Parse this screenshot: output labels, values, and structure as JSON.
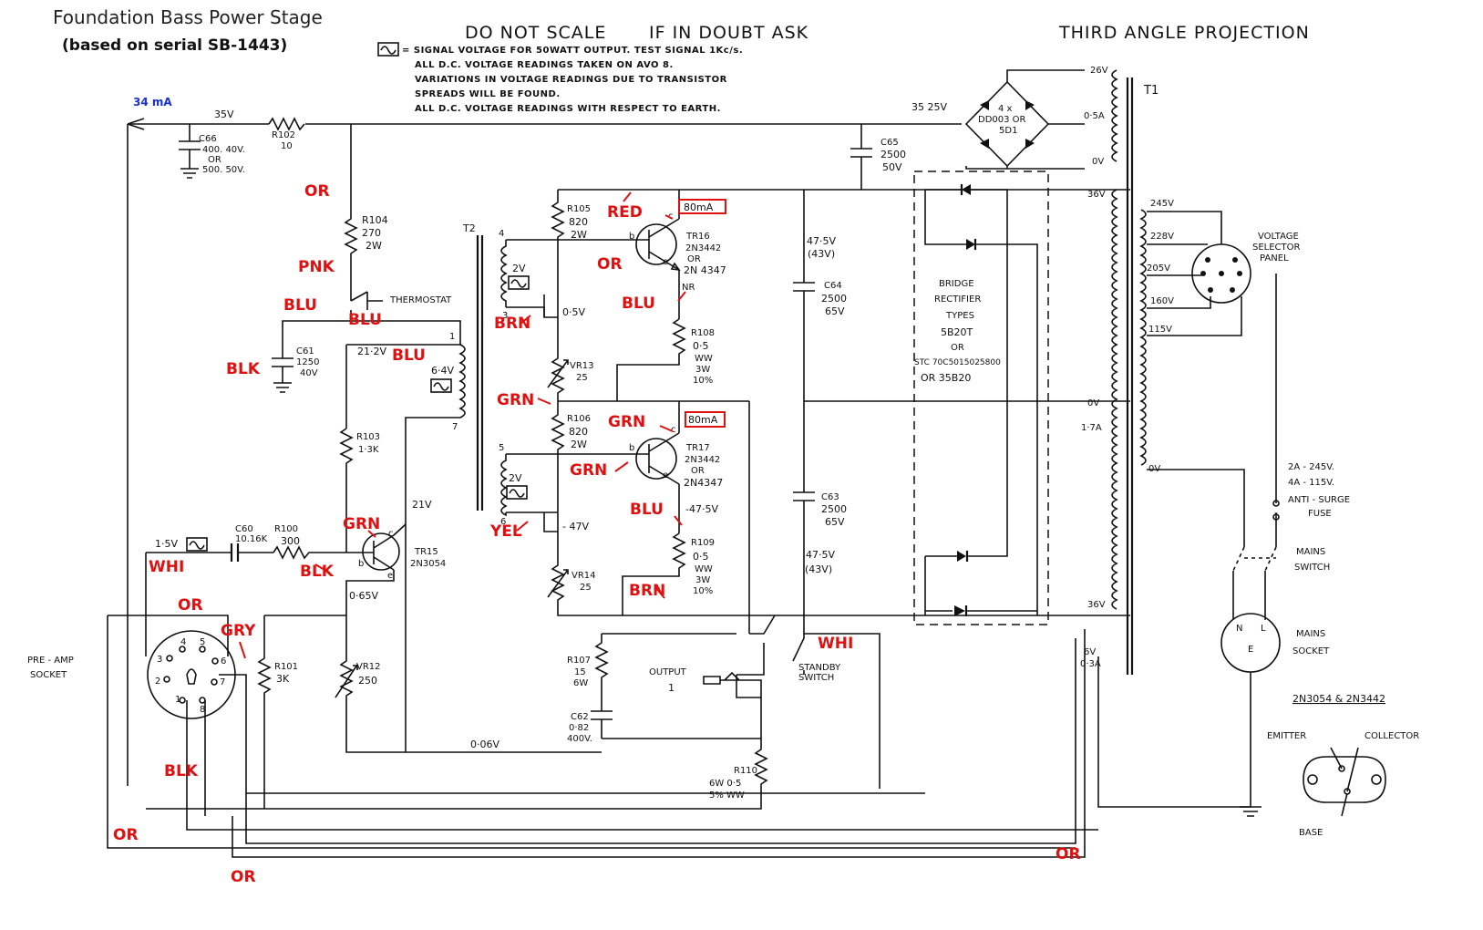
{
  "header": {
    "title": "Foundation Bass Power Stage",
    "subtitle": "(based on serial SB-1443)",
    "do_not_scale": "DO NOT SCALE",
    "if_in_doubt": "IF IN DOUBT ASK",
    "projection": "THIRD ANGLE PROJECTION",
    "notes": [
      "= SIGNAL VOLTAGE FOR 50WATT OUTPUT. TEST SIGNAL 1Kc/s.",
      "ALL D.C. VOLTAGE READINGS TAKEN ON AVO 8.",
      "VARIATIONS IN VOLTAGE READINGS DUE TO TRANSISTOR",
      "SPREADS WILL BE FOUND.",
      "ALL D.C. VOLTAGE READINGS WITH RESPECT TO EARTH."
    ]
  },
  "annotations": {
    "current_34": "34 mA",
    "current_tr16": "80mA",
    "current_tr17": "80mA"
  },
  "colors": {
    "wire_code": "#e01010",
    "current_note": "#1a2fd0",
    "ink": "#111111"
  },
  "wire_colors": [
    "OR",
    "PNK",
    "BLU",
    "BLU",
    "BLK",
    "BLU",
    "RED",
    "OR",
    "BRN",
    "BLU",
    "GRN",
    "GRN",
    "GRN",
    "BLU",
    "YEL",
    "BRN",
    "GRN",
    "WHI",
    "BLK",
    "OR",
    "GRY",
    "BLK",
    "OR",
    "OR",
    "WHI",
    "OR"
  ],
  "components": {
    "c66": [
      "C66",
      "400. 40V.",
      "OR",
      "500. 50V."
    ],
    "r102": [
      "R102",
      "10"
    ],
    "r104": [
      "R104",
      "270",
      "2W"
    ],
    "thermostat": "THERMOSTAT",
    "c61": [
      "C61",
      "1250",
      "40V"
    ],
    "t2": "T2",
    "r103a": [
      "R103",
      "1·3K"
    ],
    "r105": [
      "R105",
      "820",
      "2W"
    ],
    "tr16": [
      "TR16",
      "2N3442",
      "OR",
      "2N 4347",
      "NR"
    ],
    "r108": [
      "R108",
      "0·5",
      "WW",
      "3W",
      "10%"
    ],
    "vr13": [
      "VR13",
      "25"
    ],
    "r106": [
      "R106",
      "820",
      "2W"
    ],
    "tr17": [
      "TR17",
      "2N3442",
      "OR",
      "2N4347"
    ],
    "r109": [
      "R109",
      "0·5",
      "WW",
      "3W",
      "10%"
    ],
    "vr14": [
      "VR14",
      "25"
    ],
    "tr15": [
      "TR15",
      "2N3054"
    ],
    "c60": [
      "C60",
      "10.16K"
    ],
    "r100": [
      "R100",
      "300"
    ],
    "r101": [
      "R101",
      "3K"
    ],
    "vr12": [
      "VR12",
      "250"
    ],
    "c65": [
      "C65",
      "2500",
      "50V"
    ],
    "c64": [
      "C64",
      "2500",
      "65V"
    ],
    "c63": [
      "C63",
      "2500",
      "65V"
    ],
    "r107": [
      "R107",
      "15",
      "6W"
    ],
    "c62": [
      "C62",
      "0·82",
      "400V."
    ],
    "r110": [
      "R110",
      "6W 0·5",
      "5% WW"
    ],
    "bridge_top": [
      "4 x",
      "DD003 OR",
      "5D1"
    ],
    "bridge": [
      "BRIDGE",
      "RECTIFIER",
      "TYPES",
      "5B20T",
      "OR",
      "STC 70C5015025800",
      "OR 35B20"
    ],
    "output": [
      "OUTPUT",
      "1"
    ],
    "standby": [
      "STANDBY",
      "SWITCH"
    ],
    "t1": "T1",
    "voltage_panel": [
      "VOLTAGE",
      "SELECTOR",
      "PANEL"
    ],
    "fuse": [
      "2A - 245V.",
      "4A - 115V.",
      "ANTI - SURGE",
      "FUSE"
    ],
    "mains_switch": [
      "MAINS",
      "SWITCH"
    ],
    "mains_socket": [
      "MAINS",
      "SOCKET"
    ],
    "mains_pins": [
      "N",
      "L",
      "E"
    ],
    "preamp_socket": [
      "PRE - AMP",
      "SOCKET"
    ],
    "preamp_pins": [
      "3",
      "4",
      "5",
      "6",
      "2",
      "7",
      "1",
      "8"
    ],
    "t2_pins": [
      "4",
      "3",
      "5",
      "6",
      "1",
      "7"
    ],
    "transistor_pins": [
      "b",
      "c",
      "e"
    ]
  },
  "voltages": {
    "v35": "35V",
    "v35_25": "35 25V",
    "v21_2": "21·2V",
    "v6_4": "6·4V",
    "v2a": "2V",
    "v2b": "2V",
    "v0_5": "0·5V",
    "v47_5a": "47·5V",
    "v43a": "(43V)",
    "v47_5b": "47·5V",
    "v43b": "(43V)",
    "vneg47_5": "-47·5V",
    "vneg47": "- 47V",
    "v21": "21V",
    "v1_5": "1·5V",
    "v0_65": "0·65V",
    "v0_06": "0·06V",
    "t1_taps": [
      "26V",
      "0·5A",
      "0V",
      "36V",
      "0V",
      "1·7A",
      "0V",
      "36V",
      "6V",
      "0·3A"
    ],
    "panel_taps": [
      "245V",
      "228V",
      "205V",
      "160V",
      "115V"
    ]
  },
  "pinout": {
    "title": "2N3054 & 2N3442",
    "emitter": "EMITTER",
    "collector": "COLLECTOR",
    "base": "BASE"
  }
}
